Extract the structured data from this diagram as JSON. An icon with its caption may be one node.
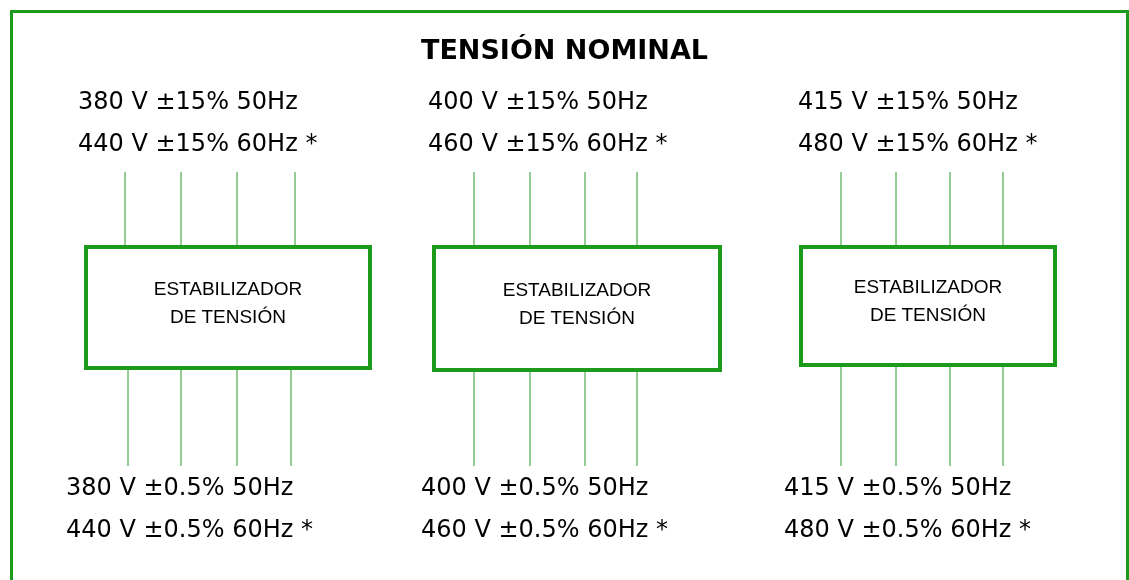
{
  "diagram": {
    "title": "TENSIÓN NOMINAL",
    "nodes": [
      {
        "text": [
          "380 V ±15% 50Hz",
          "440 V ±15% 60Hz *"
        ]
      },
      {
        "text": [
          "400 V ±15% 50Hz",
          "460 V ±15% 60Hz *"
        ]
      },
      {
        "text": [
          "415 V ±15% 50Hz",
          "480 V ±15% 60Hz *"
        ]
      },
      {
        "text": [
          "ESTABILIZADOR DE TENSIÓN"
        ]
      },
      {
        "text": [
          "ESTABILIZADOR DE TENSIÓN"
        ]
      },
      {
        "text": [
          "ESTABILIZADOR DE TENSIÓN"
        ]
      },
      {
        "text": [
          "380 V ±0.5% 50Hz",
          "440 V ±0.5% 60Hz *"
        ]
      },
      {
        "text": [
          "400 V ±0.5% 50Hz",
          "460 V ±0.5% 60Hz *"
        ]
      },
      {
        "text": [
          "415 V ±0.5% 50Hz",
          "480 V ±0.5% 60Hz *"
        ]
      }
    ],
    "edges": [
      {
        "from": 0,
        "to": 3,
        "arrow": "none"
      },
      {
        "from": 0,
        "to": 3,
        "arrow": "none"
      },
      {
        "from": 0,
        "to": 3,
        "arrow": "none"
      },
      {
        "from": 0,
        "to": 3,
        "arrow": "none"
      },
      {
        "from": 1,
        "to": 4,
        "arrow": "none"
      },
      {
        "from": 1,
        "to": 4,
        "arrow": "none"
      },
      {
        "from": 1,
        "to": 4,
        "arrow": "none"
      },
      {
        "from": 1,
        "to": 4,
        "arrow": "none"
      },
      {
        "from": 2,
        "to": 5,
        "arrow": "none"
      },
      {
        "from": 2,
        "to": 5,
        "arrow": "none"
      },
      {
        "from": 2,
        "to": 5,
        "arrow": "none"
      },
      {
        "from": 2,
        "to": 5,
        "arrow": "none"
      },
      {
        "from": 3,
        "to": 6,
        "arrow": "none"
      },
      {
        "from": 3,
        "to": 6,
        "arrow": "none"
      },
      {
        "from": 3,
        "to": 6,
        "arrow": "none"
      },
      {
        "from": 3,
        "to": 6,
        "arrow": "none"
      },
      {
        "from": 4,
        "to": 7,
        "arrow": "none"
      },
      {
        "from": 4,
        "to": 7,
        "arrow": "none"
      },
      {
        "from": 4,
        "to": 7,
        "arrow": "none"
      },
      {
        "from": 4,
        "to": 7,
        "arrow": "none"
      },
      {
        "from": 5,
        "to": 8,
        "arrow": "none"
      },
      {
        "from": 5,
        "to": 8,
        "arrow": "none"
      },
      {
        "from": 5,
        "to": 8,
        "arrow": "none"
      },
      {
        "from": 5,
        "to": 8,
        "arrow": "none"
      }
    ]
  }
}
